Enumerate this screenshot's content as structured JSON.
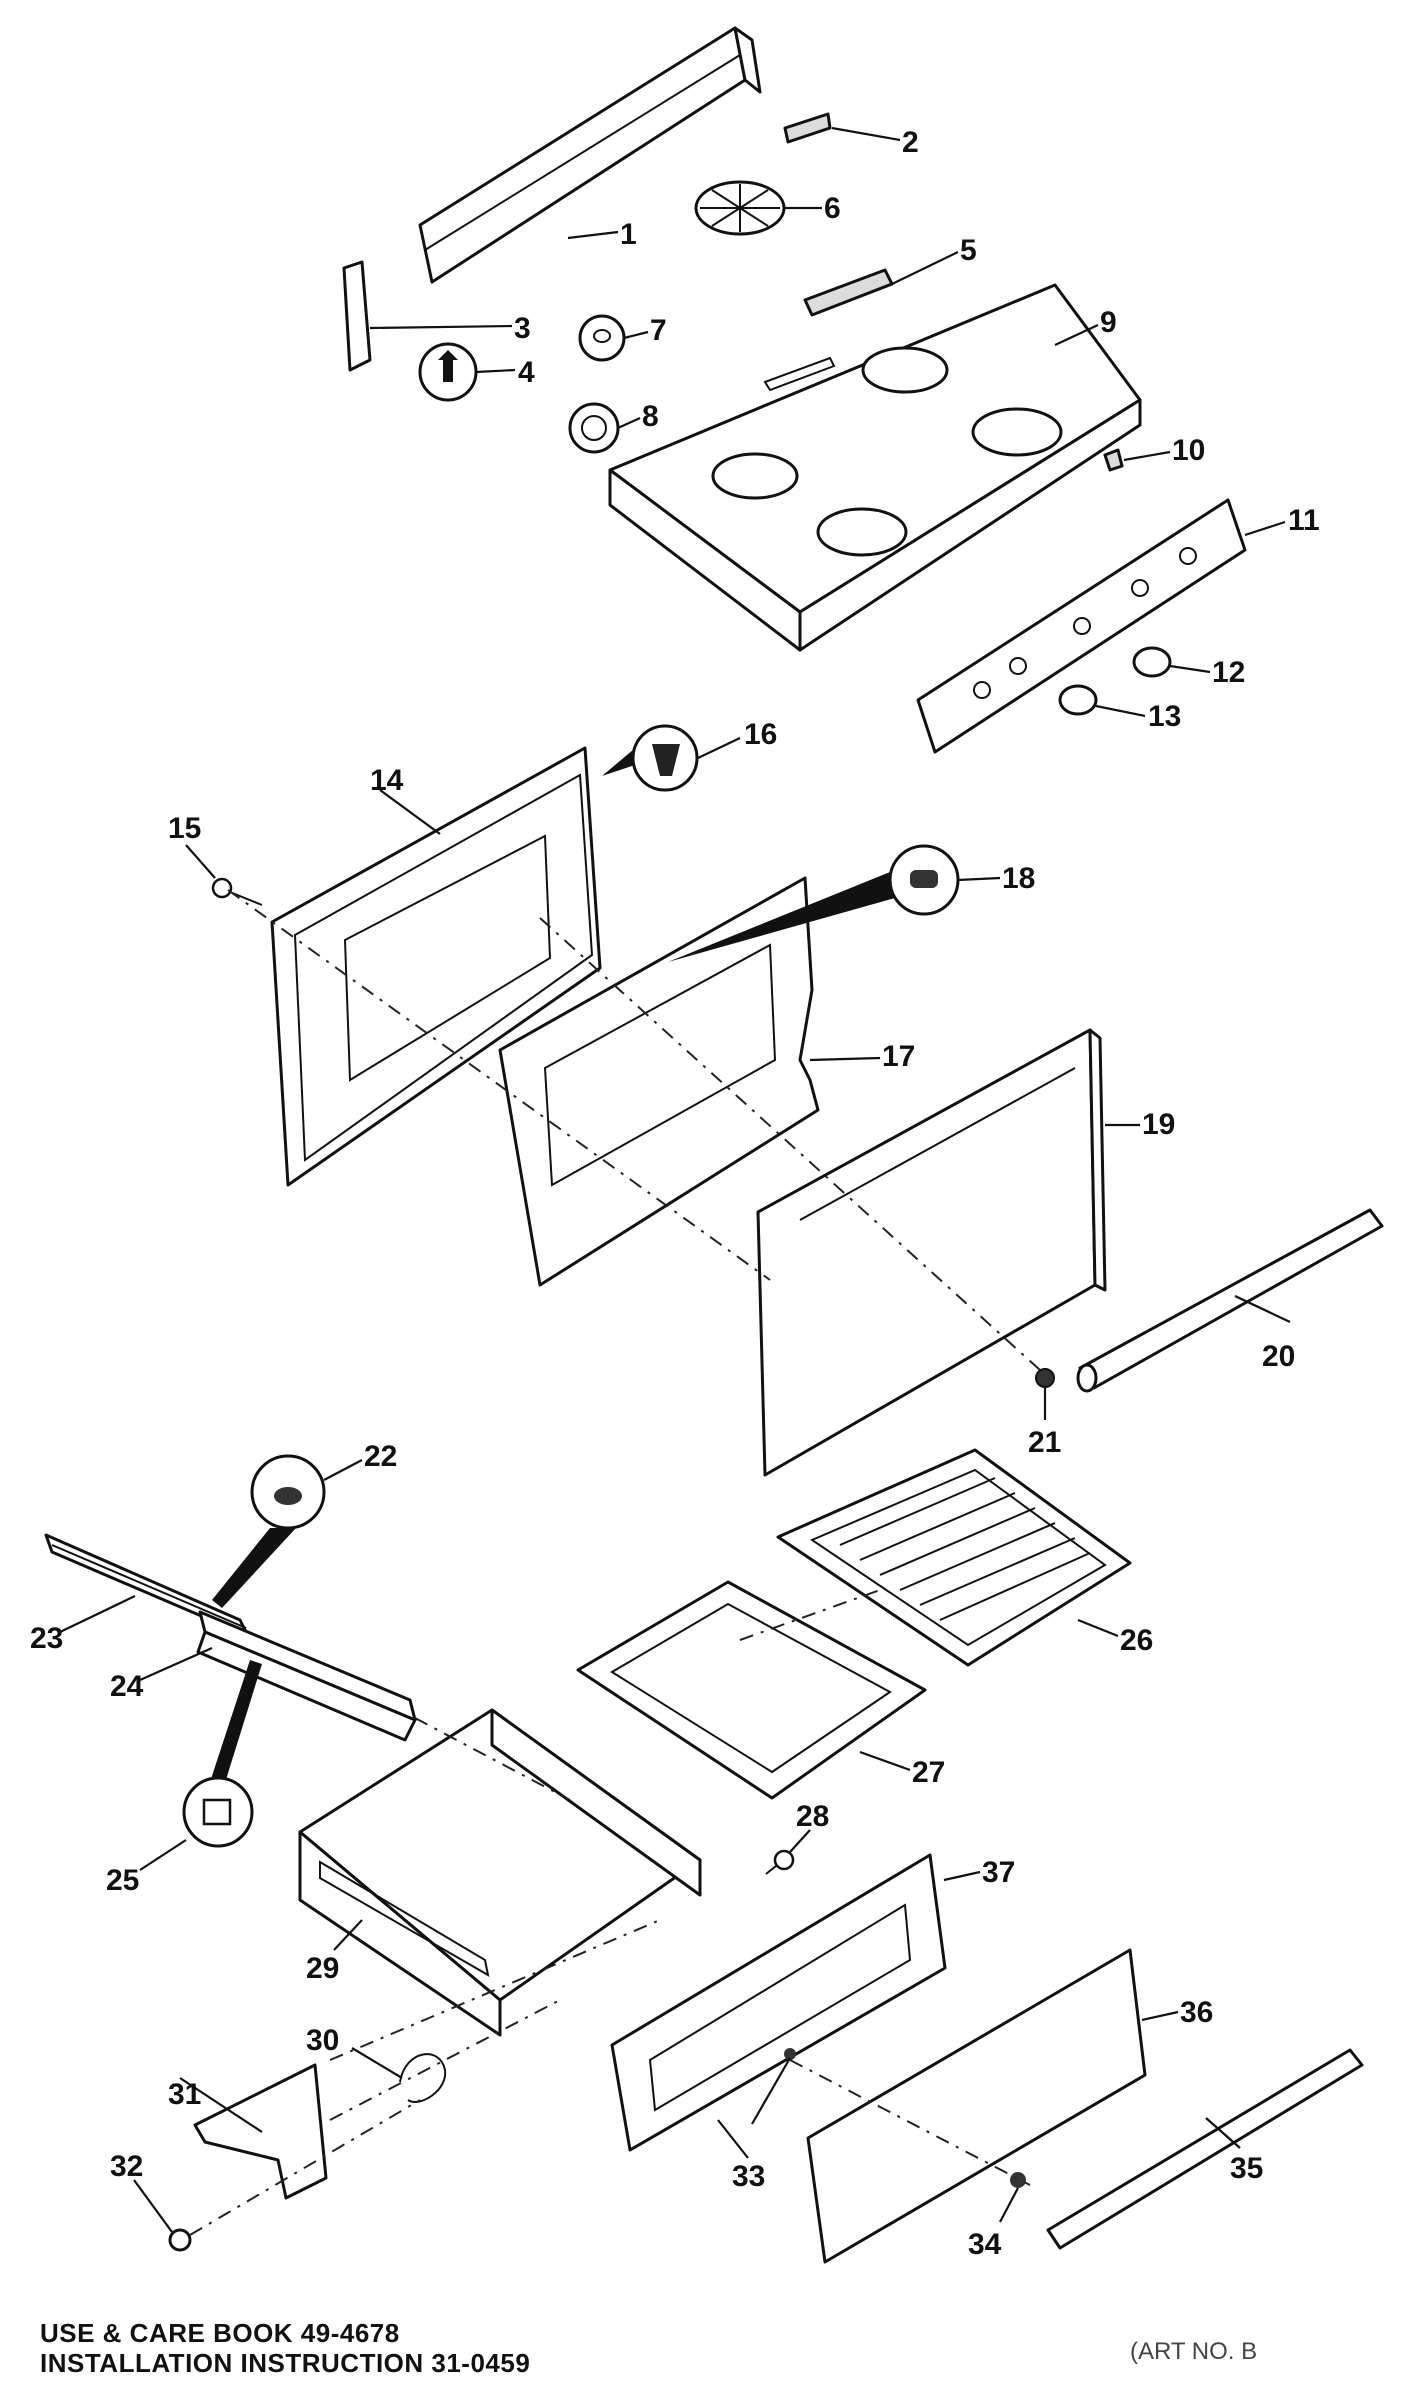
{
  "labels": [
    "1",
    "2",
    "3",
    "4",
    "5",
    "6",
    "7",
    "8",
    "9",
    "10",
    "11",
    "12",
    "13",
    "14",
    "15",
    "16",
    "17",
    "18",
    "19",
    "20",
    "21",
    "22",
    "23",
    "24",
    "25",
    "26",
    "27",
    "28",
    "29",
    "30",
    "31",
    "32",
    "33",
    "34",
    "35",
    "36",
    "37"
  ],
  "footer": {
    "line1": "USE & CARE BOOK 49-4678",
    "line2": "INSTALLATION INSTRUCTION 31-0459",
    "art_ref": "(ART NO. B"
  }
}
